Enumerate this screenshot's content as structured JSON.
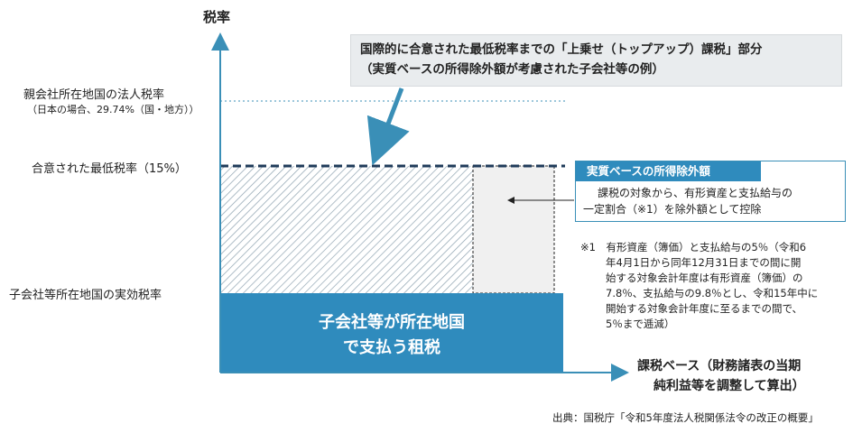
{
  "y_axis_title": "税率",
  "labels": {
    "parent_rate_line1": "親会社所在地国の法人税率",
    "parent_rate_line2": "（日本の場合、29.74%（国・地方））",
    "minimum_rate": "合意された最低税率（15%）",
    "subsidiary_rate": "子会社等所在地国の実効税率"
  },
  "callout": {
    "line1": "国際的に合意された最低税率までの「上乗せ（トップアップ）課税」部分",
    "line2": "（実質ベースの所得除外額が考慮された子会社等の例）"
  },
  "exclusion_box": {
    "title": "実質ベースの所得除外額",
    "line1": "課税の対象から、有形資産と支払給与の",
    "line2": "一定割合（※1）を除外額として控除"
  },
  "note": {
    "line1": "※1　有形資産（簿価）と支払給与の5％（令和6",
    "line2": "年4月1日から同年12月31日までの間に開",
    "line3": "始する対象会計年度は有形資産（簿価）の",
    "line4": "7.8％、支払給与の9.8％とし、令和15年中に",
    "line5": "開始する対象会計年度に至るまでの間で、",
    "line6": "5％まで逓減）"
  },
  "tax_paid": {
    "line1": "子会社等が所在地国",
    "line2": "で支払う租税"
  },
  "x_axis_label": {
    "line1": "課税ベース（財務諸表の当期",
    "line2": "純利益等を調整して算出）"
  },
  "source": "出典：国税庁「令和5年度法人税関係法令の改正の概要」",
  "colors": {
    "axis": "#3a8fb7",
    "tax_block": "#2f8bbd",
    "hatch": "#8fa3b1",
    "dashed_line": "#1f3b5a",
    "exclusion_fill": "#f0f0f0"
  }
}
